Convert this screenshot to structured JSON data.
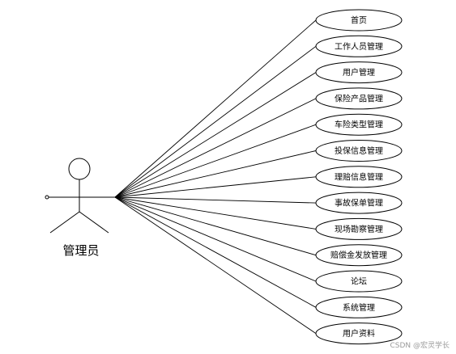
{
  "diagram": {
    "actor": {
      "label": "管理员"
    },
    "use_cases": [
      "首页",
      "工作人员管理",
      "用户管理",
      "保险产品管理",
      "车险类型管理",
      "投保信息管理",
      "理赔信息管理",
      "事故保单管理",
      "现场勘察管理",
      "赔偿金发放管理",
      "论坛",
      "系统管理",
      "用户资料"
    ],
    "watermark": "CSDN @宏灵学长"
  }
}
